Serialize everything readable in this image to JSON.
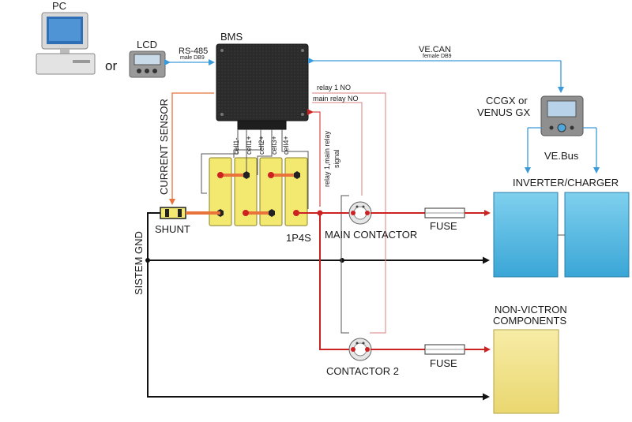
{
  "labels": {
    "pc": "PC",
    "or": "or",
    "lcd": "LCD",
    "rs485": "RS-485",
    "rs485_sub": "male DB9",
    "bms": "BMS",
    "vecan": "VE.CAN",
    "vecan_sub": "female DB9",
    "ccgx_line1": "CCGX or",
    "ccgx_line2": "VENUS GX",
    "vebus": "VE.Bus",
    "inverter": "INVERTER/CHARGER",
    "current_sensor": "CURRENT SENSOR",
    "relay1_no": "relay 1 NO",
    "main_relay_no": "main relay NO",
    "relay_signal_1": "relay 1,main relay",
    "relay_signal_2": "signal",
    "cells": [
      "cell1-",
      "cell1+",
      "cell2+",
      "cell3+",
      "cell4+"
    ],
    "shunt": "SHUNT",
    "battery": "1P4S",
    "main_contactor": "MAIN CONTACTOR",
    "fuse_top": "FUSE",
    "fuse_bottom": "FUSE",
    "sistem_gnd": "SISTEM GND",
    "contactor2": "CONTACTOR 2",
    "non_victron_1": "NON-VICTRON",
    "non_victron_2": "COMPONENTS"
  },
  "colors": {
    "comm_blue": "#3a9ad9",
    "current_sensor_orange": "#e8743b",
    "relay_signal": "#d9827f",
    "power_red": "#cc2222",
    "ground_black": "#111111",
    "inverter_fill": "#5bbde4",
    "non_victron_fill": "#f2e38c",
    "cell_fill": "#f3e870",
    "bms_fill": "#2a2a2a"
  },
  "icons": [
    "pc-icon",
    "lcd-icon",
    "ccgx-icon",
    "contactor-icon",
    "fuse-icon",
    "shunt-icon",
    "battery-icon"
  ]
}
